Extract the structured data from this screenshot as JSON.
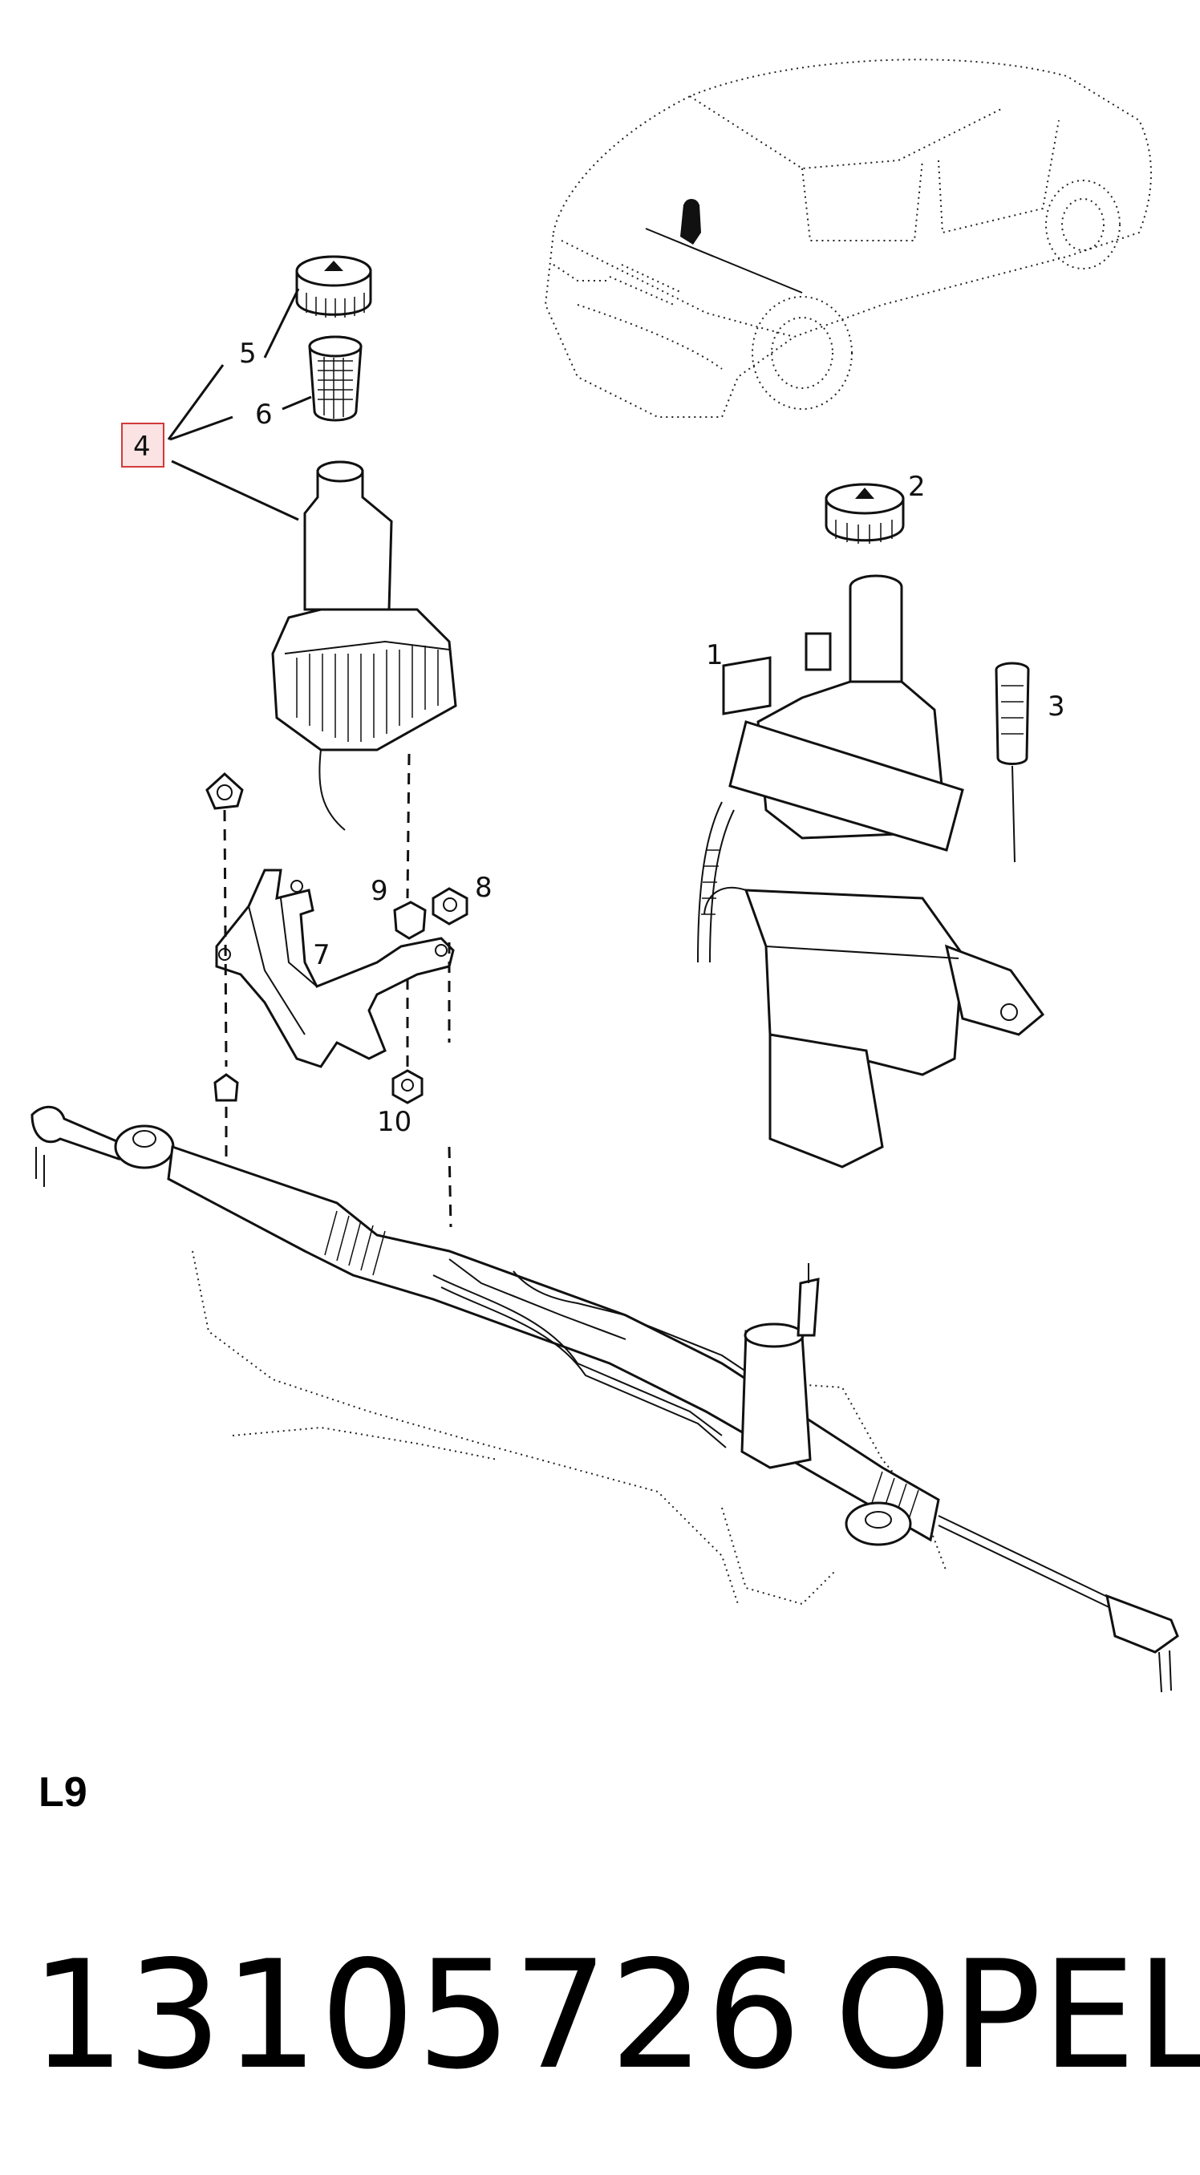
{
  "diagram": {
    "callouts": {
      "c1": "1",
      "c2": "2",
      "c3": "3",
      "c4": "4",
      "c5": "5",
      "c6": "6",
      "c7": "7",
      "c8": "8",
      "c9": "9",
      "c10": "10"
    },
    "highlighted_callout": "4",
    "highlight_color": "#d23a3a",
    "highlight_fill": "#fbe3e3"
  },
  "diagram_id": "L9",
  "part_number": "13105726",
  "brand": "OPEL"
}
